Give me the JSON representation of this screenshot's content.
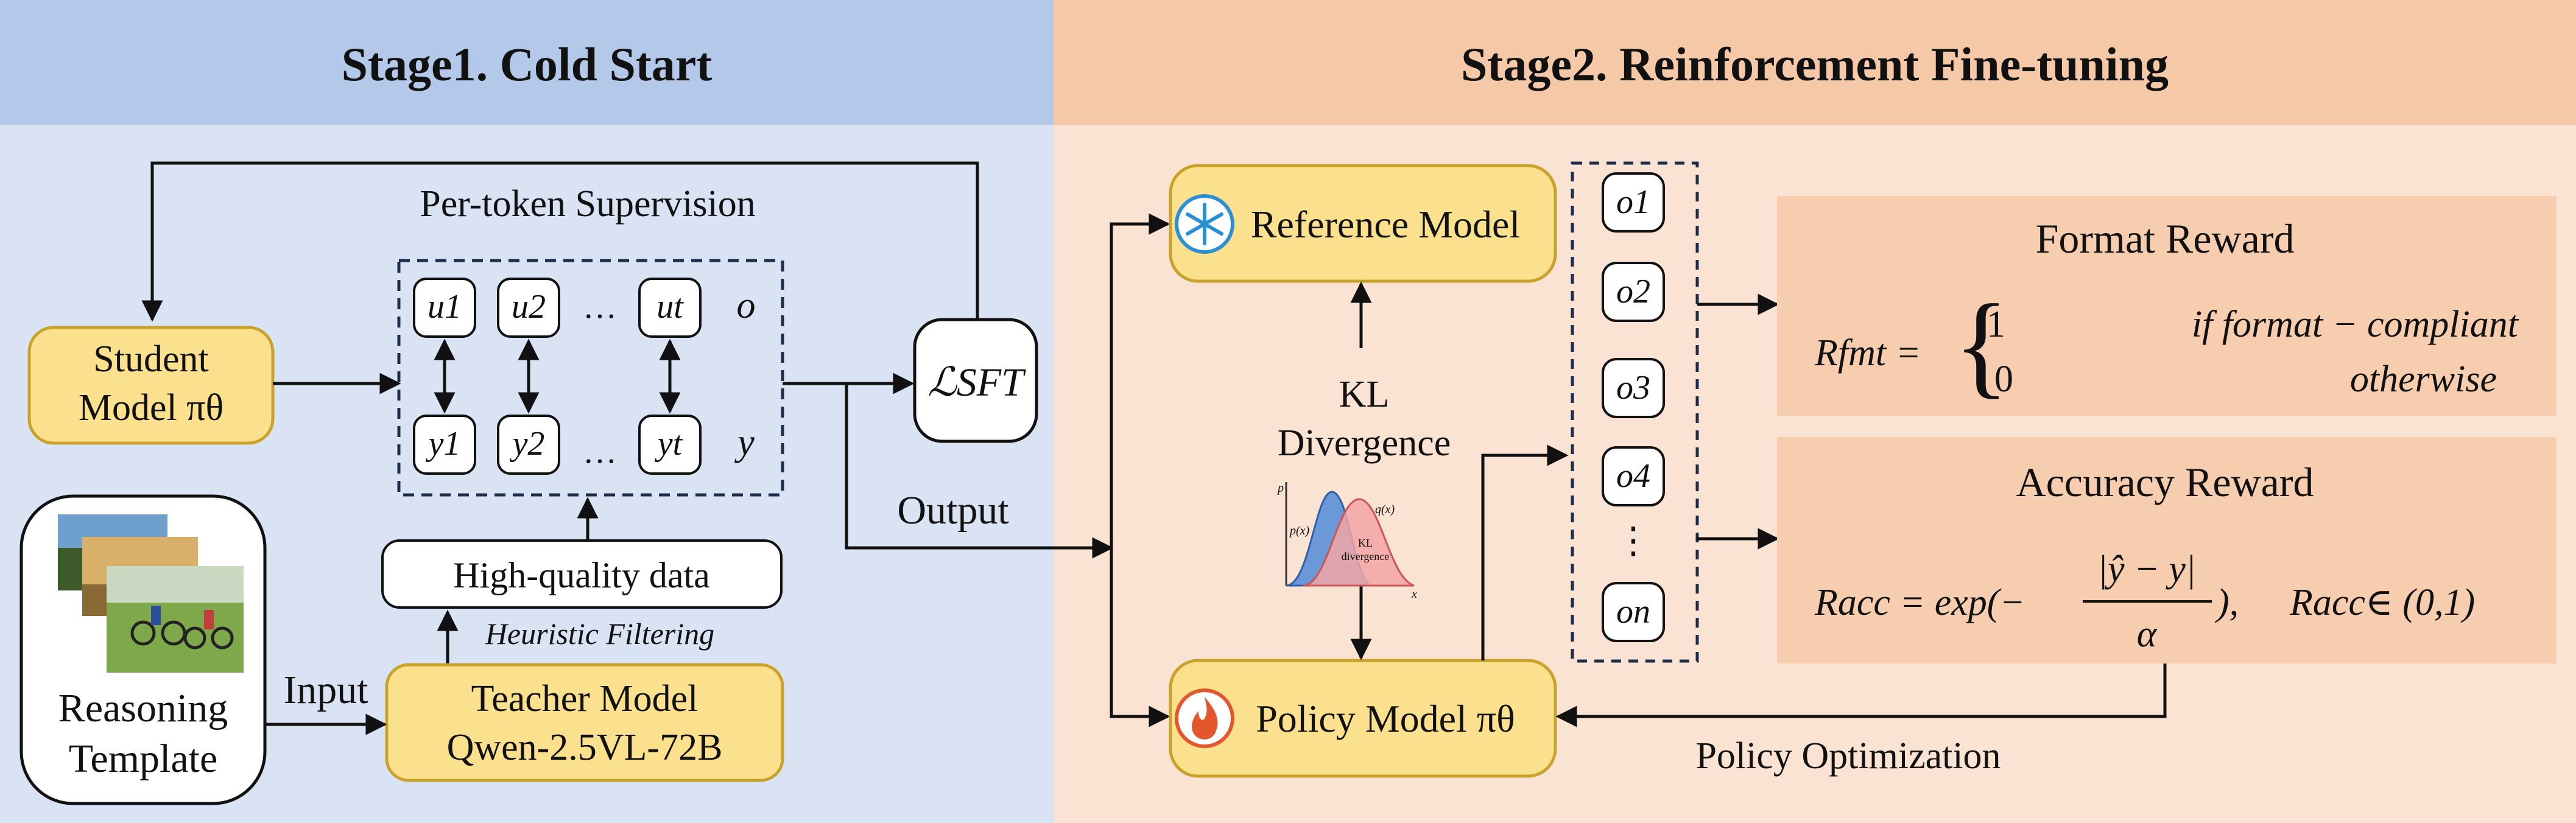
{
  "colors": {
    "stage1_header": "#b4c8e9",
    "stage1_body": "#dae3f3",
    "stage2_header": "#f5c9a8",
    "stage2_body": "#fbe3d3",
    "model_fill": "#fbe18d",
    "model_stroke": "#c9a22b",
    "reward_fill": "#f7cdb0",
    "kl_p_curve": "#5b8fd6",
    "kl_q_curve": "#f2a6a6",
    "ice_icon": "#2b8fd6",
    "fire_icon": "#e4572e",
    "line": "#111111"
  },
  "stage1": {
    "title": "Stage1. Cold Start",
    "student_model": {
      "line1": "Student",
      "line2": "Model πθ"
    },
    "per_token_supervision": "Per-token Supervision",
    "token_row_u": [
      "u1",
      "u2",
      "…",
      "ut"
    ],
    "token_row_y": [
      "y1",
      "y2",
      "…",
      "yt"
    ],
    "row_label_o": "o",
    "row_label_y": "y",
    "loss": "ℒSFT",
    "high_quality_data": "High-quality data",
    "heuristic_filtering": "Heuristic Filtering",
    "teacher_model": {
      "line1": "Teacher Model",
      "line2": "Qwen-2.5VL-72B"
    },
    "input_label": "Input",
    "reasoning_template": {
      "line1": "Reasoning",
      "line2": "Template"
    },
    "output_label": "Output"
  },
  "stage2": {
    "title": "Stage2. Reinforcement Fine-tuning",
    "reference_model": "Reference Model",
    "policy_model": "Policy Model πθ",
    "kl_divergence": {
      "line1": "KL",
      "line2": "Divergence"
    },
    "kl_plot": {
      "p_label": "p(x)",
      "q_label": "q(x)",
      "y_axis": "p",
      "x_axis": "x",
      "inner_label_1": "KL",
      "inner_label_2": "divergence"
    },
    "outputs": [
      "o1",
      "o2",
      "o3",
      "o4",
      "⋮",
      "on"
    ],
    "format_reward": {
      "title": "Format Reward",
      "lhs": "Rfmt =",
      "case1_value": "1",
      "case1_condition": "if format − compliant",
      "case2_value": "0",
      "case2_condition": "otherwise"
    },
    "accuracy_reward": {
      "title": "Accuracy Reward",
      "formula_left": "Racc = exp(−",
      "numerator": "|ŷ − y|",
      "denominator": "α",
      "formula_right": "),",
      "range": "Racc∈ (0,1)"
    },
    "policy_optimization": "Policy Optimization"
  }
}
